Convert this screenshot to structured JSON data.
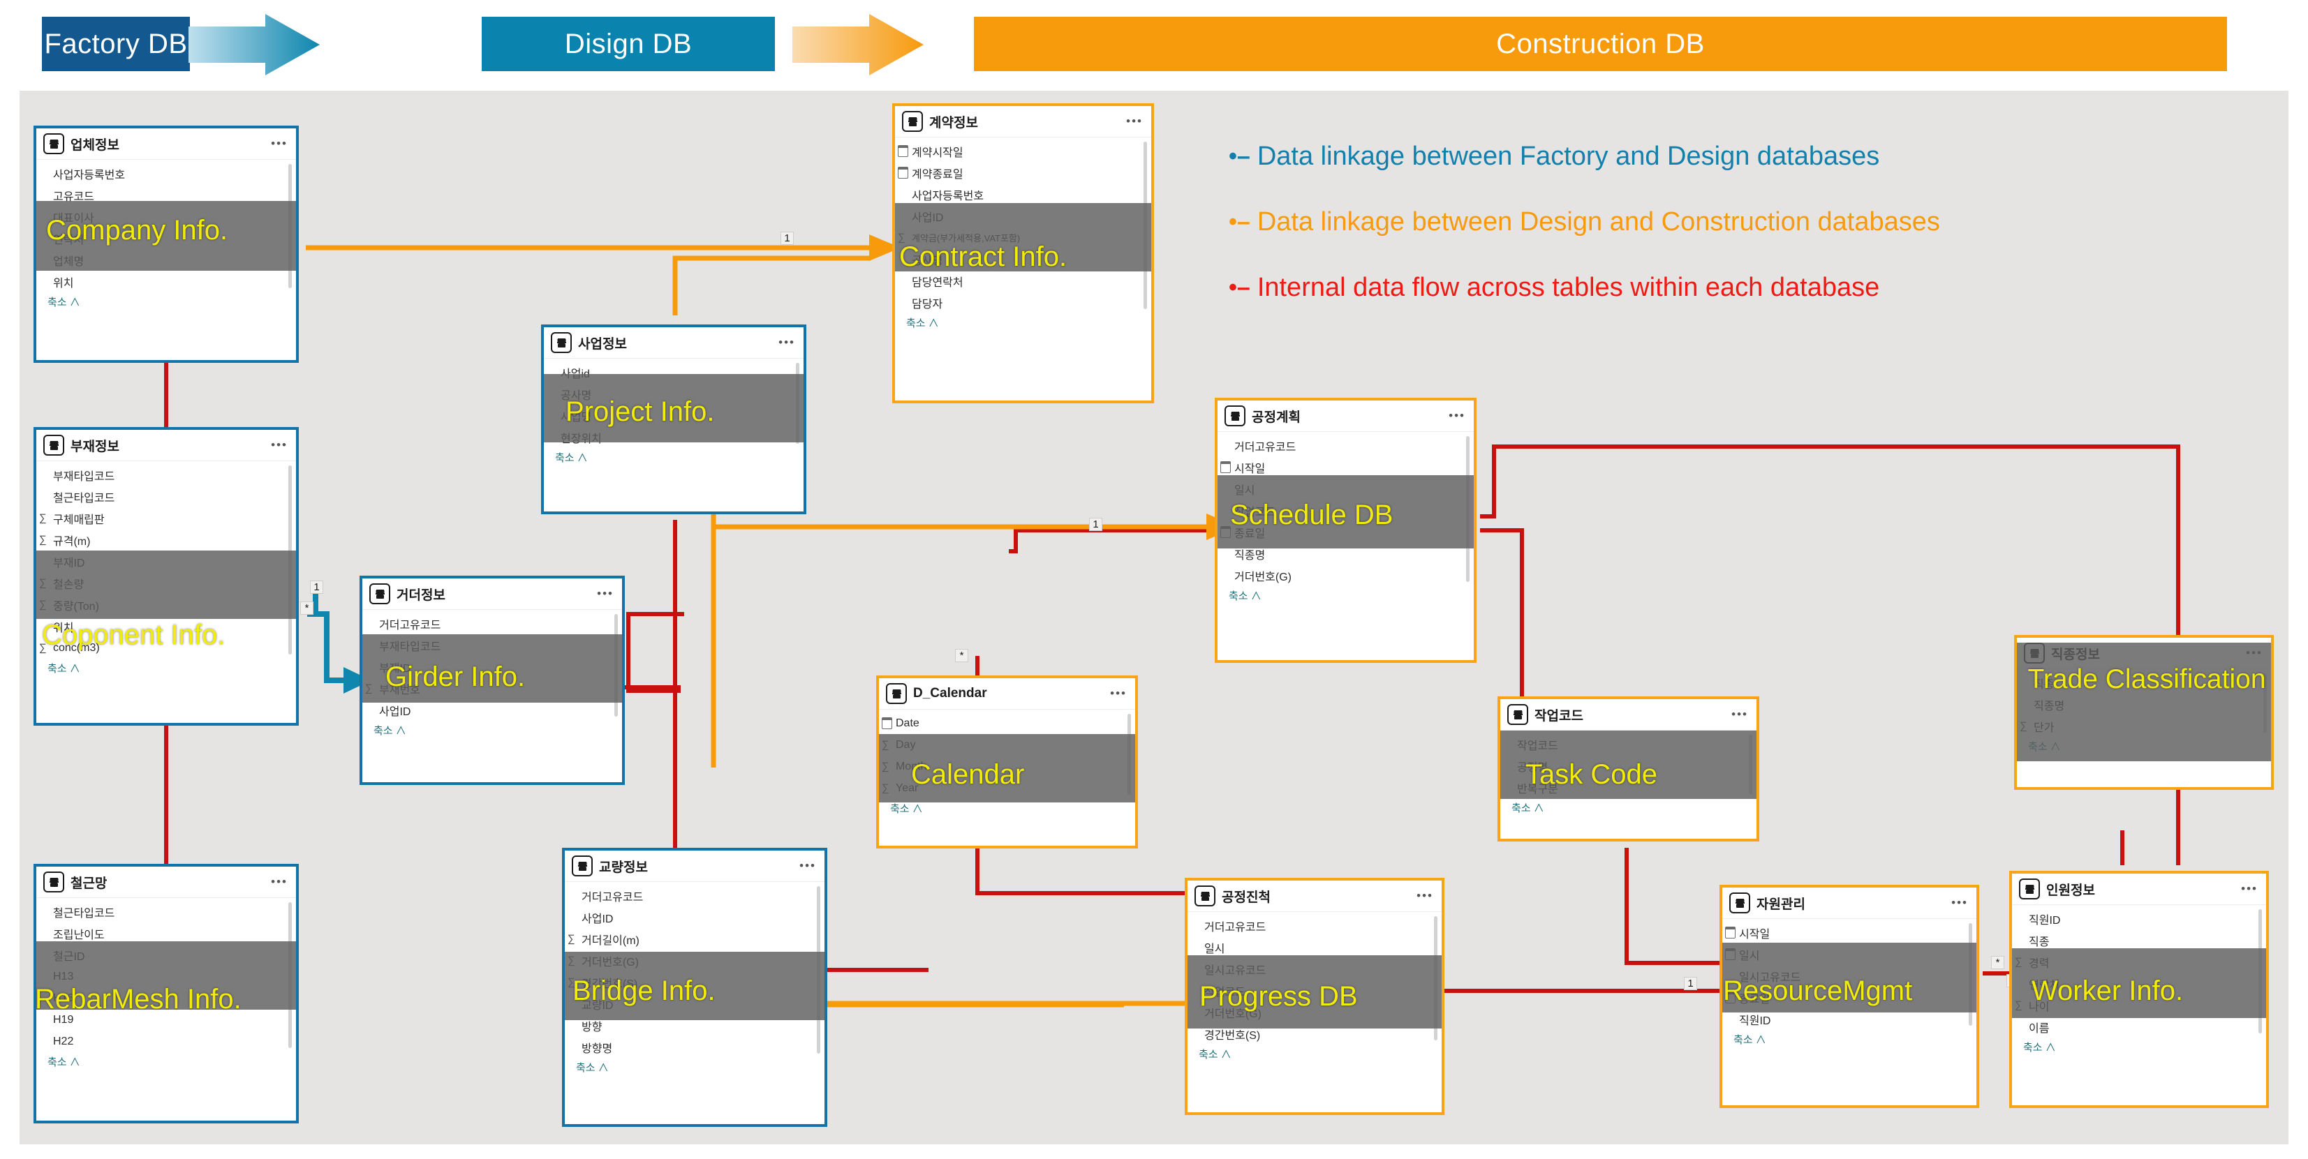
{
  "header": {
    "bands": [
      {
        "id": "factory",
        "label": "Factory  DB",
        "color": "#13598f"
      },
      {
        "id": "design",
        "label": "Disign DB",
        "color": "#0a84ae"
      },
      {
        "id": "construction",
        "label": "Construction DB",
        "color": "#f79a0c"
      }
    ],
    "arrows": [
      {
        "id": "arrow-factory-to-design",
        "color": "#0a84ae"
      },
      {
        "id": "arrow-design-to-construction",
        "color": "#f79a0c"
      }
    ]
  },
  "legend": {
    "items": [
      {
        "mark": "•–",
        "text": "Data linkage between Factory and Design databases",
        "color": "#1380ab"
      },
      {
        "mark": "•–",
        "text": "Data linkage between Design and Construction databases",
        "color": "#f79a0c"
      },
      {
        "mark": "•–",
        "text": "Internal data flow across tables within each database",
        "color": "#ee1b14"
      }
    ]
  },
  "common": {
    "collapse_label": "축소 ∧",
    "menu_dots": "•••",
    "sigma": "∑"
  },
  "tables": [
    {
      "id": "company",
      "title": "업체정보",
      "en": "Company Info.",
      "border": "blue",
      "fields": [
        {
          "label": "사업자등록번호",
          "icon": "none"
        },
        {
          "label": "고유코드",
          "icon": "none"
        },
        {
          "label": "대표이사",
          "icon": "none"
        },
        {
          "label": "연락처",
          "icon": "none"
        },
        {
          "label": "업체명",
          "icon": "none"
        },
        {
          "label": "위치",
          "icon": "none"
        }
      ]
    },
    {
      "id": "component",
      "title": "부재정보",
      "en": "Coponent Info.",
      "border": "blue",
      "fields": [
        {
          "label": "부재타입코드",
          "icon": "none"
        },
        {
          "label": "철근타입코드",
          "icon": "none"
        },
        {
          "label": "구체매립판",
          "icon": "sigma"
        },
        {
          "label": "규격(m)",
          "icon": "sigma"
        },
        {
          "label": "부재ID",
          "icon": "none"
        },
        {
          "label": "철손량",
          "icon": "sigma"
        },
        {
          "label": "중량(Ton)",
          "icon": "sigma"
        },
        {
          "label": "위치",
          "icon": "none"
        },
        {
          "label": "conc(m3)",
          "icon": "sigma"
        }
      ]
    },
    {
      "id": "rebarmesh",
      "title": "철근망",
      "en": "RebarMesh Info.",
      "border": "blue",
      "fields": [
        {
          "label": "철근타입코드",
          "icon": "none"
        },
        {
          "label": "조립난이도",
          "icon": "none"
        },
        {
          "label": "철근ID",
          "icon": "none"
        },
        {
          "label": "H13",
          "icon": "none"
        },
        {
          "label": "H16",
          "icon": "none"
        },
        {
          "label": "H19",
          "icon": "none"
        },
        {
          "label": "H22",
          "icon": "none"
        }
      ]
    },
    {
      "id": "girder",
      "title": "거더정보",
      "en": "Girder Info.",
      "border": "blue",
      "fields": [
        {
          "label": "거더고유코드",
          "icon": "none"
        },
        {
          "label": "부재타입코드",
          "icon": "none"
        },
        {
          "label": "부재ID",
          "icon": "none"
        },
        {
          "label": "부재번호",
          "icon": "sigma"
        },
        {
          "label": "사업ID",
          "icon": "none"
        }
      ]
    },
    {
      "id": "project",
      "title": "사업정보",
      "en": "Project Info.",
      "border": "blue",
      "fields": [
        {
          "label": "사업id",
          "icon": "none"
        },
        {
          "label": "공사명",
          "icon": "none"
        },
        {
          "label": "사업명",
          "icon": "none"
        },
        {
          "label": "현장위치",
          "icon": "none"
        }
      ]
    },
    {
      "id": "bridge",
      "title": "교량정보",
      "en": "Bridge Info.",
      "border": "blue",
      "fields": [
        {
          "label": "거더고유코드",
          "icon": "none"
        },
        {
          "label": "사업ID",
          "icon": "none"
        },
        {
          "label": "거더길이(m)",
          "icon": "sigma"
        },
        {
          "label": "거더번호(G)",
          "icon": "sigma"
        },
        {
          "label": "경간번호(S)",
          "icon": "sigma"
        },
        {
          "label": "교량ID",
          "icon": "none"
        },
        {
          "label": "방향",
          "icon": "none"
        },
        {
          "label": "방향명",
          "icon": "none"
        }
      ]
    },
    {
      "id": "contract",
      "title": "계약정보",
      "en": "Contract Info.",
      "border": "orange",
      "fields": [
        {
          "label": "계약시작일",
          "icon": "calendar"
        },
        {
          "label": "계약종료일",
          "icon": "calendar"
        },
        {
          "label": "사업자등록번호",
          "icon": "none"
        },
        {
          "label": "사업ID",
          "icon": "none"
        },
        {
          "label": "계약금(부가세적용,VAT포함)",
          "icon": "sigma"
        },
        {
          "label": "공사명",
          "icon": "none"
        },
        {
          "label": "담당연락처",
          "icon": "none"
        },
        {
          "label": "담당자",
          "icon": "none"
        }
      ]
    },
    {
      "id": "calendar",
      "title": "D_Calendar",
      "en": "Calendar",
      "border": "orange",
      "fields": [
        {
          "label": "Date",
          "icon": "calendar"
        },
        {
          "label": "Day",
          "icon": "sigma"
        },
        {
          "label": "Month",
          "icon": "sigma"
        },
        {
          "label": "Year",
          "icon": "sigma"
        }
      ]
    },
    {
      "id": "schedule",
      "title": "공정계획",
      "en": "Schedule DB",
      "border": "orange",
      "fields": [
        {
          "label": "거더고유코드",
          "icon": "none"
        },
        {
          "label": "시작일",
          "icon": "calendar"
        },
        {
          "label": "일시",
          "icon": "none"
        },
        {
          "label": "작업코드",
          "icon": "none"
        },
        {
          "label": "종료일",
          "icon": "calendar"
        },
        {
          "label": "직종명",
          "icon": "none"
        },
        {
          "label": "거더번호(G)",
          "icon": "none"
        }
      ]
    },
    {
      "id": "taskcode",
      "title": "작업코드",
      "en": "Task Code",
      "border": "orange",
      "fields": [
        {
          "label": "작업코드",
          "icon": "none"
        },
        {
          "label": "공정명",
          "icon": "none"
        },
        {
          "label": "반복구분",
          "icon": "none"
        }
      ]
    },
    {
      "id": "progress",
      "title": "공정진척",
      "en": "Progress DB",
      "border": "orange",
      "fields": [
        {
          "label": "거더고유코드",
          "icon": "none"
        },
        {
          "label": "일시",
          "icon": "none"
        },
        {
          "label": "일시고유코드",
          "icon": "none"
        },
        {
          "label": "작업코드",
          "icon": "none"
        },
        {
          "label": "거더번호(G)",
          "icon": "none"
        },
        {
          "label": "경간번호(S)",
          "icon": "none"
        }
      ]
    },
    {
      "id": "resource",
      "title": "자원관리",
      "en": "ResourceMgmt",
      "border": "orange",
      "fields": [
        {
          "label": "시작일",
          "icon": "calendar"
        },
        {
          "label": "일시",
          "icon": "calendar"
        },
        {
          "label": "일시고유코드",
          "icon": "none"
        },
        {
          "label": "종료일",
          "icon": "calendar"
        },
        {
          "label": "직원ID",
          "icon": "none"
        }
      ]
    },
    {
      "id": "trade",
      "title": "직종정보",
      "en": "Trade Classification",
      "border": "orange",
      "fields": [
        {
          "label": "직종",
          "icon": "none"
        },
        {
          "label": "직종명",
          "icon": "none"
        },
        {
          "label": "단가",
          "icon": "sigma"
        }
      ]
    },
    {
      "id": "worker",
      "title": "인원정보",
      "en": "Worker Info.",
      "border": "orange",
      "fields": [
        {
          "label": "직원ID",
          "icon": "none"
        },
        {
          "label": "직종",
          "icon": "none"
        },
        {
          "label": "경력",
          "icon": "sigma"
        },
        {
          "label": "연락처",
          "icon": "none"
        },
        {
          "label": "나이",
          "icon": "sigma"
        },
        {
          "label": "이름",
          "icon": "none"
        }
      ]
    }
  ],
  "cardinality": [
    "*",
    "1",
    "*",
    "1",
    "*",
    "1",
    "1",
    "*",
    "*",
    "1",
    "1",
    "*",
    "1",
    "*",
    "*",
    "1"
  ]
}
